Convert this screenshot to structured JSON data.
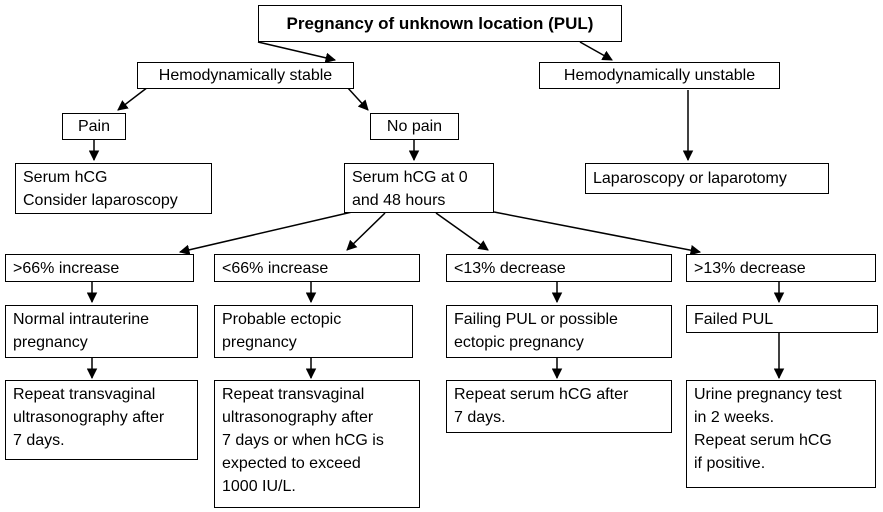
{
  "flowchart": {
    "root": "Pregnancy of unknown location (PUL)",
    "stable": "Hemodynamically stable",
    "unstable": "Hemodynamically unstable",
    "pain": "Pain",
    "no_pain": "No pain",
    "serum_hcg_pain": "Serum hCG\nConsider laparoscopy",
    "laparoscopy_or_laparotomy": "Laparoscopy or laparotomy",
    "serum_hcg_0_48": "Serum hCG at 0\nand 48 hours",
    "branches": [
      {
        "condition": ">66% increase",
        "interpretation": "Normal intrauterine\npregnancy",
        "action": "Repeat transvaginal\nultrasonography after\n7 days."
      },
      {
        "condition": "<66% increase",
        "interpretation": "Probable ectopic\npregnancy",
        "action": "Repeat transvaginal\nultrasonography after\n7 days or when hCG is\nexpected to exceed\n1000 IU/L."
      },
      {
        "condition": "<13% decrease",
        "interpretation": "Failing PUL or possible\nectopic pregnancy",
        "action": "Repeat serum hCG after\n7 days."
      },
      {
        "condition": ">13% decrease",
        "interpretation": "Failed PUL",
        "action": "Urine pregnancy test\nin 2 weeks.\nRepeat serum hCG\nif positive."
      }
    ]
  },
  "colors": {
    "line": "#000000",
    "background": "#ffffff"
  }
}
